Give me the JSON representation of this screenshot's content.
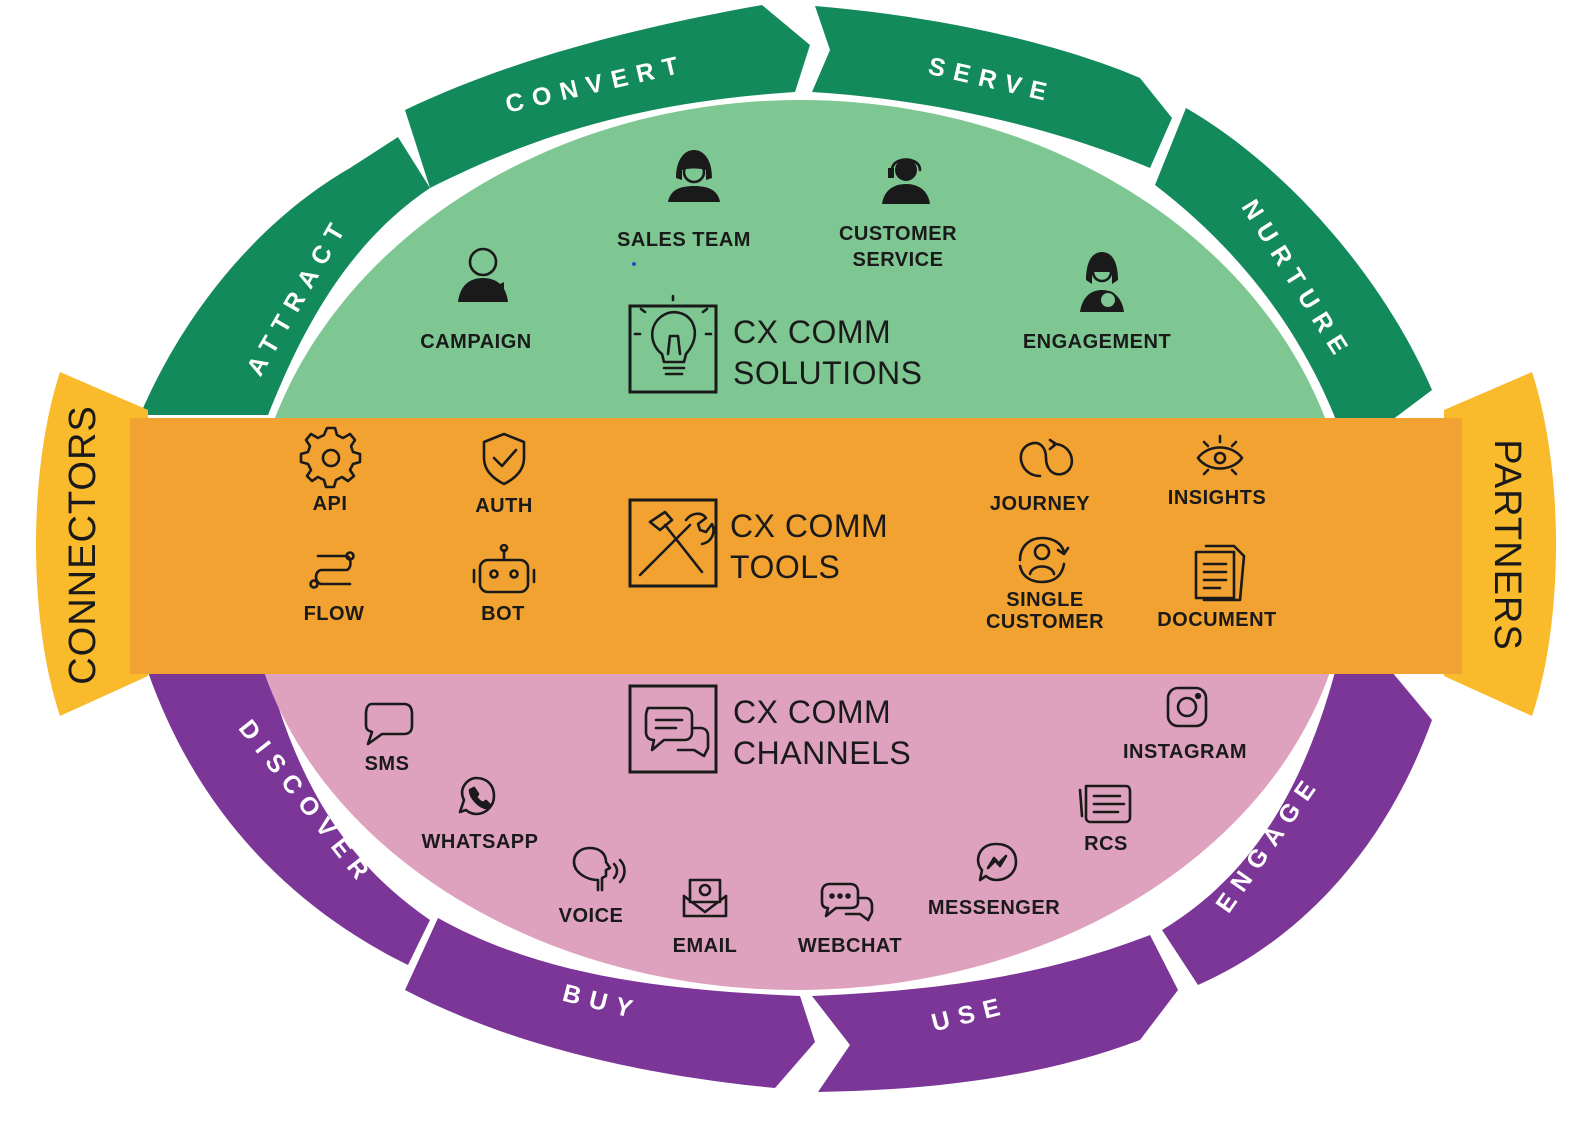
{
  "ring": {
    "top": [
      "ATTRACT",
      "CONVERT",
      "SERVE",
      "NURTURE"
    ],
    "bottom": [
      "DISCOVER",
      "BUY",
      "USE",
      "ENGAGE"
    ]
  },
  "sides": {
    "left": "CONNECTORS",
    "right": "PARTNERS"
  },
  "solutions": {
    "title_line1": "CX COMM",
    "title_line2": "SOLUTIONS",
    "items": {
      "campaign": "CAMPAIGN",
      "sales_team": "SALES TEAM",
      "customer_service_line1": "CUSTOMER",
      "customer_service_line2": "SERVICE",
      "engagement": "ENGAGEMENT"
    }
  },
  "tools": {
    "title_line1": "CX COMM",
    "title_line2": "TOOLS",
    "items": {
      "api": "API",
      "auth": "AUTH",
      "flow": "FLOW",
      "bot": "BOT",
      "journey": "JOURNEY",
      "insights": "INSIGHTS",
      "single_customer_line1": "SINGLE",
      "single_customer_line2": "CUSTOMER",
      "document": "DOCUMENT"
    }
  },
  "channels": {
    "title_line1": "CX COMM",
    "title_line2": "CHANNELS",
    "items": {
      "sms": "SMS",
      "whatsapp": "WHATSAPP",
      "voice": "VOICE",
      "email": "EMAIL",
      "webchat": "WEBCHAT",
      "messenger": "MESSENGER",
      "rcs": "RCS",
      "instagram": "INSTAGRAM"
    }
  },
  "colors": {
    "ring_green": "#138a5c",
    "solutions_fill": "#7ec792",
    "tools_band": "#f2a231",
    "side_tab": "#f9ba2c",
    "channels_fill": "#dea2bf",
    "ring_purple": "#7b3698",
    "text": "#1a1a1a"
  }
}
